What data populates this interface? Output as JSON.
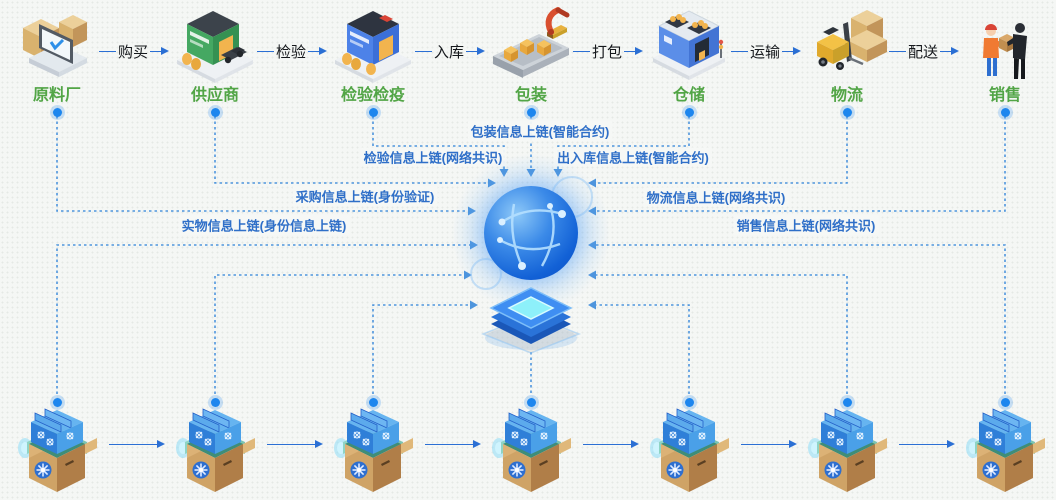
{
  "colors": {
    "station_label_green": "#52a546",
    "chain_label_blue": "#2f6fc8",
    "dashed_line_blue": "#4e95dd",
    "solid_arrow_blue": "#2b6fd4",
    "node_dot_blue": "#1d86ee",
    "globe_blue": "#1261d6",
    "chip_cyan": "#8df0fa",
    "background": "#f5f7f5"
  },
  "stations": [
    {
      "label": "原料厂",
      "icon": "factory-icon"
    },
    {
      "label": "供应商",
      "icon": "supplier-icon"
    },
    {
      "label": "检验检疫",
      "icon": "inspection-icon"
    },
    {
      "label": "包装",
      "icon": "packaging-icon"
    },
    {
      "label": "仓储",
      "icon": "warehouse-icon"
    },
    {
      "label": "物流",
      "icon": "logistics-icon"
    },
    {
      "label": "销售",
      "icon": "sales-icon"
    }
  ],
  "flow_labels": [
    "购买",
    "检验",
    "入库",
    "打包",
    "运输",
    "配送"
  ],
  "chain_labels": [
    {
      "id": "packaging",
      "text": "包装信息上链(智能合约)"
    },
    {
      "id": "inspection",
      "text": "检验信息上链(网络共识)"
    },
    {
      "id": "in-out-warehouse",
      "text": "出入库信息上链(智能合约)"
    },
    {
      "id": "purchase",
      "text": "采购信息上链(身份验证)"
    },
    {
      "id": "logistics",
      "text": "物流信息上链(网络共识)"
    },
    {
      "id": "physical",
      "text": "实物信息上链(身份信息上链)"
    },
    {
      "id": "sales",
      "text": "销售信息上链(网络共识)"
    }
  ],
  "center": {
    "globe_icon": "blockchain-network-globe-icon",
    "chip_icon": "blockchain-ledger-chip-icon"
  },
  "bottom_row": {
    "box_icon": "product-box-icon",
    "box_count": 7
  }
}
